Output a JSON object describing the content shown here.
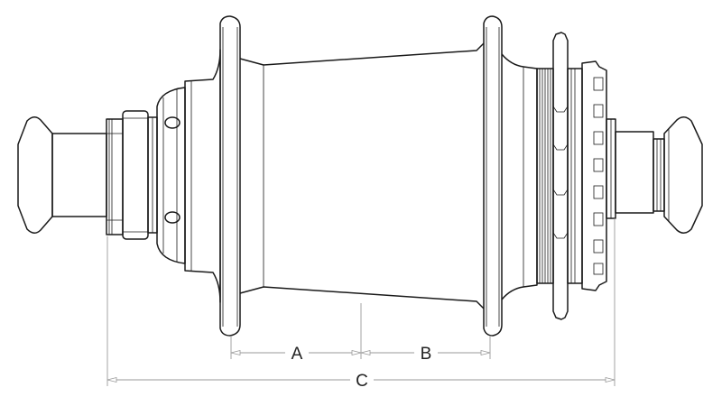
{
  "diagram": {
    "dimension_labels": {
      "a": "A",
      "b": "B",
      "c": "C"
    }
  }
}
